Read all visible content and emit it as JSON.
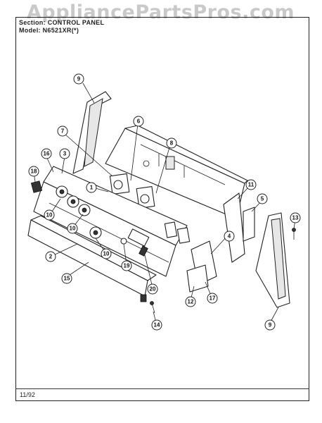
{
  "watermark": "AppliancePartsPros.com",
  "header": {
    "section_line": "Section: CONTROL PANEL",
    "model_line": "Model: N6521XR(*)"
  },
  "footer": {
    "date_code": "11/92"
  },
  "callouts": [
    "1",
    "2",
    "3",
    "4",
    "5",
    "6",
    "7",
    "8",
    "9",
    "9",
    "10",
    "10",
    "10",
    "10",
    "11",
    "12",
    "13",
    "14",
    "15",
    "16",
    "17",
    "18",
    "19",
    "20"
  ]
}
